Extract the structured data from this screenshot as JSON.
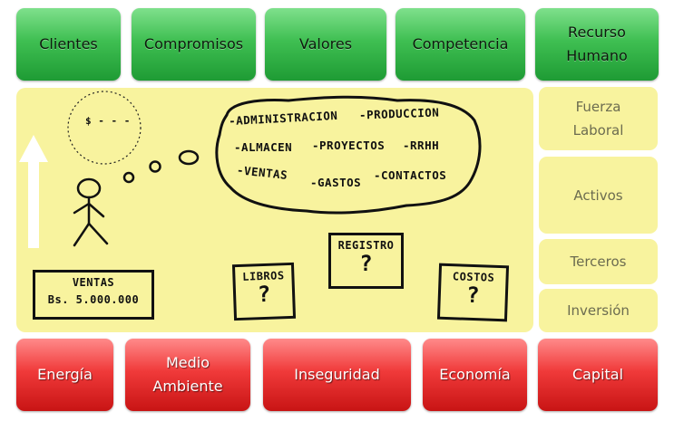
{
  "top_tiles": [
    "Clientes",
    "Compromisos",
    "Valores",
    "Competencia",
    "Recurso\nHumano"
  ],
  "side_tiles": [
    "Fuerza\nLaboral",
    "Activos",
    "Terceros",
    "Inversión"
  ],
  "bottom_tiles": [
    "Energía",
    "Medio\nAmbiente",
    "Inseguridad",
    "Economía",
    "Capital"
  ],
  "thought": {
    "small_bubble": "$ - - -",
    "line1": [
      "-ADMINISTRACION",
      "-PRODUCCION"
    ],
    "line2": [
      "-ALMACEN",
      "-PROYECTOS",
      "-RRHH"
    ],
    "line3": [
      "-VENTAS",
      "-GASTOS",
      "-CONTACTOS"
    ]
  },
  "ventas": {
    "title": "VENTAS",
    "amount": "Bs. 5.000.000"
  },
  "boxes": {
    "libros": {
      "title": "LIBROS",
      "mark": "?"
    },
    "registro": {
      "title": "REGISTRO",
      "mark": "?"
    },
    "costos": {
      "title": "COSTOS",
      "mark": "?"
    }
  },
  "colors": {
    "green": "#3fbf52",
    "red": "#f03a3a",
    "yellow": "#f8f39e"
  }
}
